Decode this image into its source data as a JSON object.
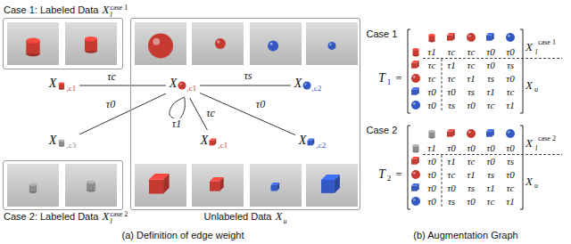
{
  "diagram": {
    "nodes": [
      {
        "text": [
          "Case 1: Labeled Data",
          "X",
          "l",
          "case 1"
        ]
      },
      {
        "text": [
          "Unlabeled Data",
          "X",
          "u"
        ]
      },
      {
        "text": [
          "X",
          ",c1"
        ]
      },
      {
        "text": [
          "X",
          ",c1"
        ],
        "in": 1
      },
      {
        "text": [
          "X",
          ",c2"
        ],
        "in": 1
      },
      {
        "text": [
          "X",
          ",c3"
        ]
      },
      {
        "text": [
          "X",
          ",c1"
        ],
        "in": 1
      },
      {
        "text": [
          "X",
          ",c2"
        ],
        "in": 1
      },
      {
        "text": [
          "Case 2: Labeled Data",
          "X",
          "l",
          "case 2"
        ]
      }
    ],
    "edges": [
      {
        "from": 3,
        "to": 2,
        "arrow": "none",
        "label": "τc"
      },
      {
        "from": 3,
        "to": 4,
        "arrow": "none",
        "label": "τs"
      },
      {
        "from": 3,
        "to": 3,
        "arrow": "none",
        "label": "τ1"
      },
      {
        "from": 3,
        "to": 6,
        "arrow": "none",
        "label": "τc"
      },
      {
        "from": 3,
        "to": 7,
        "arrow": "none",
        "label": "τ0"
      },
      {
        "from": 3,
        "to": 5,
        "arrow": "none",
        "label": "τ0"
      }
    ],
    "labels": [
      "(a) Definition of edge weight",
      "Case 1",
      "T",
      "1",
      "=",
      "τ1",
      "τc",
      "τc",
      "τ0",
      "τ0",
      "τc",
      "τ1",
      "τc",
      "τ0",
      "τs",
      "τc",
      "τc",
      "τ1",
      "τs",
      "τ0",
      "τ0",
      "τ0",
      "τs",
      "τ1",
      "τc",
      "τ0",
      "τs",
      "τ0",
      "τc",
      "τ1",
      "X",
      "l",
      "case 1",
      "X",
      "u",
      "Case 2",
      "T",
      "2",
      "=",
      "τ1",
      "τ0",
      "τ0",
      "τ0",
      "τ0",
      "τ0",
      "τ1",
      "τc",
      "τ0",
      "τs",
      "τ0",
      "τc",
      "τ1",
      "τs",
      "τ0",
      "τ0",
      "τ0",
      "τs",
      "τ1",
      "τc",
      "τ0",
      "τs",
      "τ0",
      "τc",
      "τ1",
      "X",
      "l",
      "case 2",
      "X",
      "u",
      "(b) Augmentation Graph"
    ]
  }
}
